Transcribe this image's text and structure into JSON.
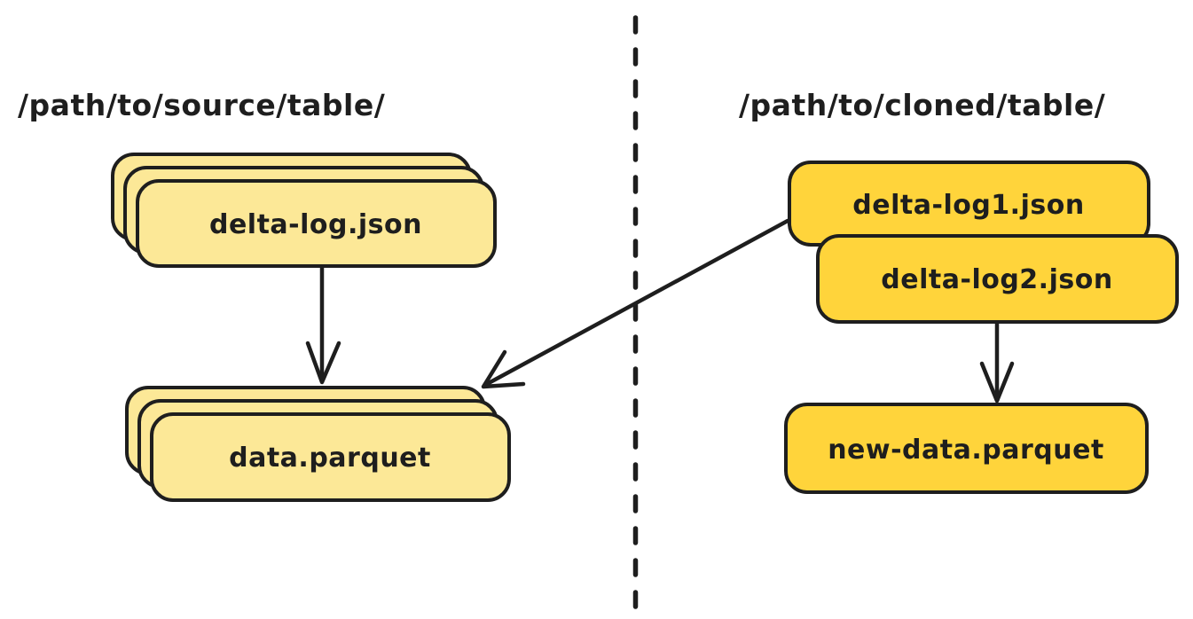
{
  "diagram": {
    "title_semantics": "delta-table-shallow-clone-diagram",
    "stroke_color": "#1e1e1e",
    "text_color": "#1e1e1e",
    "background_color": "#ffffff",
    "divider": {
      "type": "vertical-dashed-line"
    },
    "source": {
      "path_label": "/path/to/source/table/",
      "delta_log_stack": {
        "label": "delta-log.json",
        "fill": "#fce897",
        "stack_count": 3
      },
      "data_stack": {
        "label": "data.parquet",
        "fill": "#fce897",
        "stack_count": 3
      }
    },
    "clone": {
      "path_label": "/path/to/cloned/table/",
      "delta_log1": {
        "label": "delta-log1.json",
        "fill": "#ffd43b"
      },
      "delta_log2": {
        "label": "delta-log2.json",
        "fill": "#ffd43b"
      },
      "new_data": {
        "label": "new-data.parquet",
        "fill": "#ffd43b"
      }
    },
    "arrows": [
      {
        "name": "source-log-to-data",
        "from": "delta-log.json",
        "to": "data.parquet"
      },
      {
        "name": "clone-log1-to-source-data",
        "from": "delta-log1.json",
        "to": "data.parquet"
      },
      {
        "name": "clone-log2-to-new-data",
        "from": "delta-log2.json",
        "to": "new-data.parquet"
      }
    ]
  }
}
